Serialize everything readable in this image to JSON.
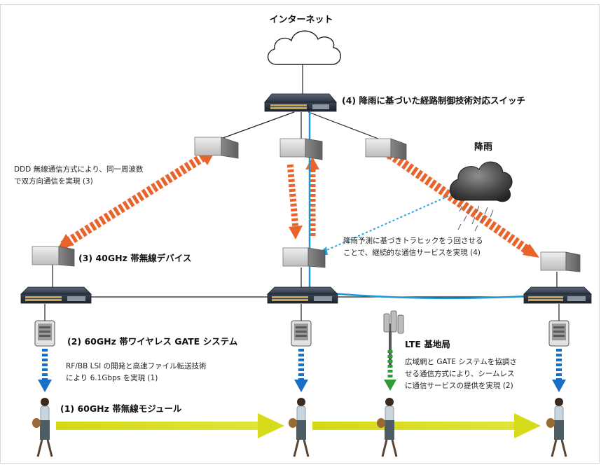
{
  "internet_label": "インターネット",
  "rain_label": "降雨",
  "labels": {
    "switch_4": "(4) 降雨に基づいた経路制御技術対応スイッチ",
    "device_3": "(3) 40GHz 帯無線デバイス",
    "gate_2": "(2) 60GHz 帯ワイヤレス GATE システム",
    "module_1": "(1) 60GHz 帯無線モジュール",
    "lte": "LTE 基地局"
  },
  "notes": {
    "ddd": [
      "DDD 無線通信方式により、同一周波数",
      "で双方向通信を実現 (3)"
    ],
    "rain_predict": [
      "降雨予測に基づきトラヒックをう回させる",
      "ことで、継続的な通信サービスを実現 (4)"
    ],
    "rfbb": [
      "RF/BB LSI の開発と高速ファイル転送技術",
      "により 6.1Gbps を実現 (1)"
    ],
    "wide_area": [
      "広域網と GATE システムを協調さ",
      "せる通信方式により、シームレス",
      "に通信サービスの提供を実現 (2)"
    ]
  },
  "colors": {
    "link_arrow": "#e8642c",
    "link_stripe": "#ffffff",
    "blue_path": "#1a9ad8",
    "gate_arrow": "#1a6fc4",
    "lte_arrow": "#2e9a3a",
    "movement_arrow": "#d6dc1c",
    "dotted_blue": "#2aa3e0"
  }
}
